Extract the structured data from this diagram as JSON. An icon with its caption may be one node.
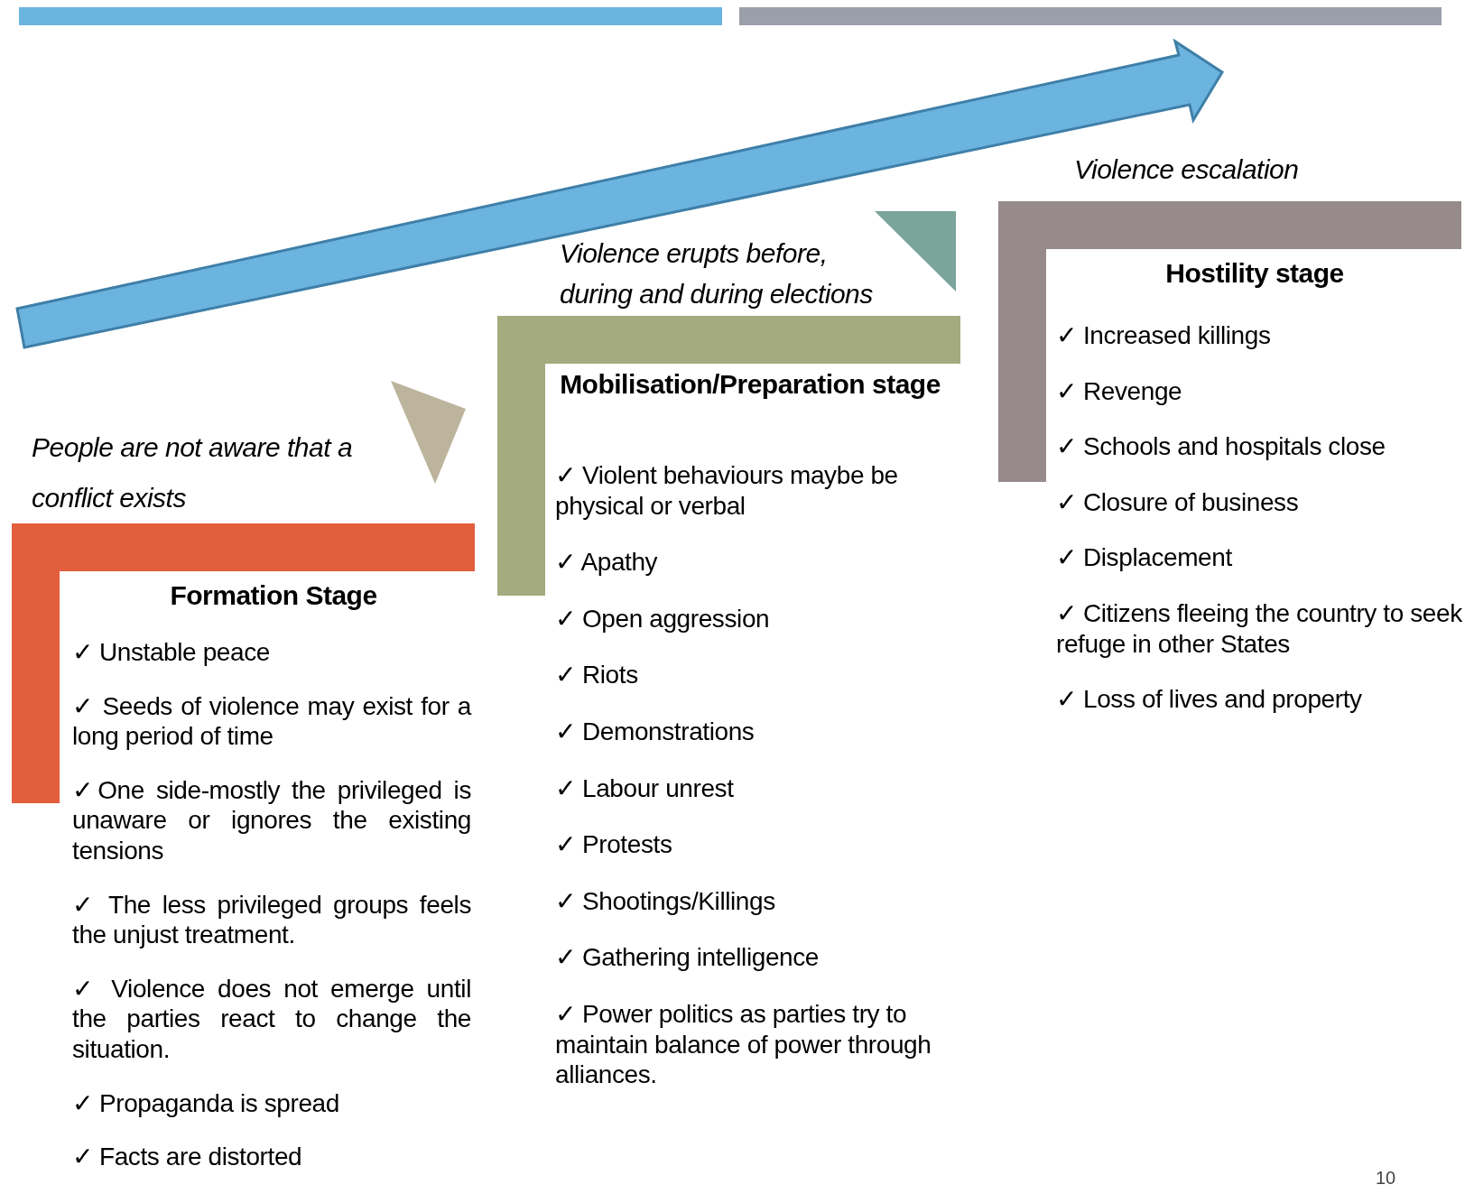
{
  "diagram": {
    "nodes": [
      {
        "text": [
          "Formation Stage"
        ],
        "beside": [
          "People are not aware that a conflict exists"
        ]
      },
      {
        "text": [
          "Mobilisation/Preparation stage"
        ],
        "beside": [
          "Violence erupts before, during and during elections"
        ]
      },
      {
        "text": [
          "Hostility stage"
        ],
        "beside": [
          "Violence escalation"
        ]
      },
      {
        "text": [],
        "shape": "triangle"
      },
      {
        "text": [],
        "shape": "triangle"
      }
    ],
    "labels": [
      "✓ Unstable peace",
      "✓ Seeds of violence may exist for a long period of time",
      "✓One side-mostly the privileged is unaware or ignores the existing tensions",
      "✓ The less privileged groups feels the unjust treatment.",
      "✓ Violence does not emerge until the parties react to change the situation.",
      "✓ Propaganda is spread",
      "✓ Facts are distorted",
      "✓ Violent behaviours maybe be physical or verbal",
      "✓ Apathy",
      "✓ Open aggression",
      "✓ Riots",
      "✓ Demonstrations",
      "✓ Labour unrest",
      "✓ Protests",
      "✓ Shootings/Killings",
      "✓ Gathering intelligence",
      "✓ Power politics as parties try to maintain balance of power through alliances.",
      "✓ Increased killings",
      "✓ Revenge",
      "✓ Schools and hospitals close",
      "✓ Closure of business",
      "✓ Displacement",
      "✓ Citizens fleeing the country to seek refuge in other States",
      "✓ Loss of lives and property",
      "10"
    ]
  }
}
